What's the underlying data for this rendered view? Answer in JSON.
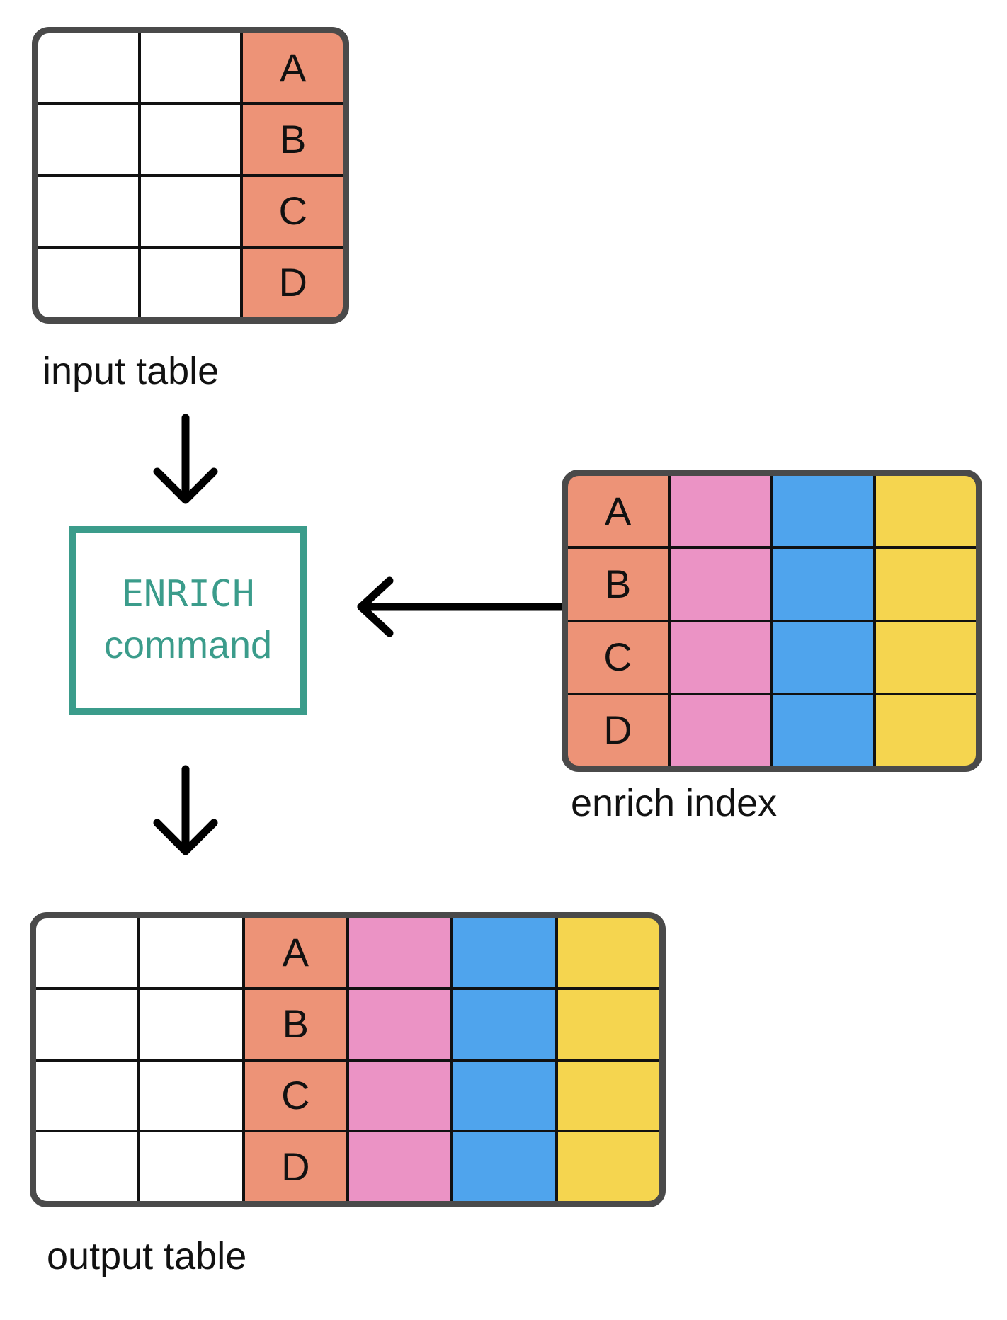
{
  "labels": {
    "input_table": "input table",
    "enrich_index": "enrich index",
    "output_table": "output table"
  },
  "enrich_command": {
    "line1": "ENRICH",
    "line2": "command"
  },
  "colors": {
    "white": "#FFFFFF",
    "salmon": "#ED9377",
    "pink": "#EB93C5",
    "blue": "#4FA4ED",
    "yellow": "#F5D54F",
    "table-border": "#4A4A4A",
    "grid-line": "#111111",
    "teal": "#3B9C8B",
    "arrow": "#000000",
    "text": "#111111"
  },
  "tables": {
    "input_table": {
      "key_values": [
        "A",
        "B",
        "C",
        "D"
      ],
      "columns": [
        {
          "color": "white"
        },
        {
          "color": "white"
        },
        {
          "color": "salmon",
          "letters": true
        }
      ]
    },
    "enrich_index": {
      "key_values": [
        "A",
        "B",
        "C",
        "D"
      ],
      "columns": [
        {
          "color": "salmon",
          "letters": true
        },
        {
          "color": "pink"
        },
        {
          "color": "blue"
        },
        {
          "color": "yellow"
        }
      ]
    },
    "output_table": {
      "key_values": [
        "A",
        "B",
        "C",
        "D"
      ],
      "columns": [
        {
          "color": "white"
        },
        {
          "color": "white"
        },
        {
          "color": "salmon",
          "letters": true
        },
        {
          "color": "pink"
        },
        {
          "color": "blue"
        },
        {
          "color": "yellow"
        }
      ]
    }
  },
  "icons": {
    "down_arrow_top": "arrow-down",
    "left_arrow": "arrow-left",
    "down_arrow_bottom": "arrow-down"
  }
}
